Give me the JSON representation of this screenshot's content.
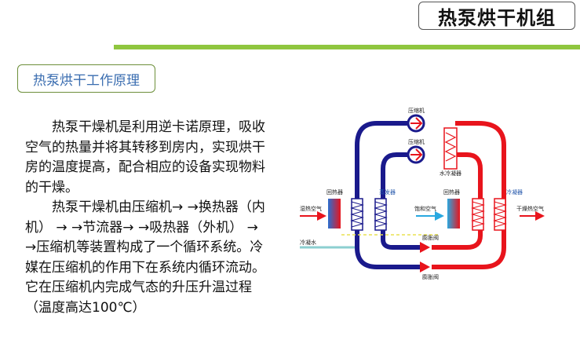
{
  "header": {
    "title": "热泵烘干机组"
  },
  "section": {
    "title": "热泵烘干工作原理"
  },
  "body": {
    "paragraphs": [
      "热泵干燥机是利用逆卡诺原理，吸收空气的热量并将其转移到房内，实现烘干房的温度提高，配合相应的设备实现物料的干燥。",
      "热泵干燥机由压缩机→ →换热器（内机） → →节流器→ →吸热器（外机） → →压缩机等装置构成了一个循环系统。冷媒在压缩机的作用下在系统内循环流动。它在压缩机内完成气态的升压升温过程（温度高达100℃）"
    ]
  },
  "diagram": {
    "labels": {
      "compressor_top": "压缩机",
      "compressor_mid": "压缩机",
      "water_condenser": "水冷凝器",
      "regenerator_left": "回热器",
      "evaporator": "蒸发器",
      "regenerator_right": "回热器",
      "condenser": "冷凝器",
      "exhaust_air": "湿热空气",
      "saturated_air": "饱和空气",
      "dry_hot_air": "干燥热空气",
      "cooling_water": "冷凝水",
      "expansion_valve_top": "膨胀阀",
      "expansion_valve_bottom": "膨胀阀"
    },
    "colors": {
      "hot": "#e8141c",
      "cold": "#1a1a8c",
      "air": "#29a8e0",
      "accent": "#8fc63f"
    }
  }
}
